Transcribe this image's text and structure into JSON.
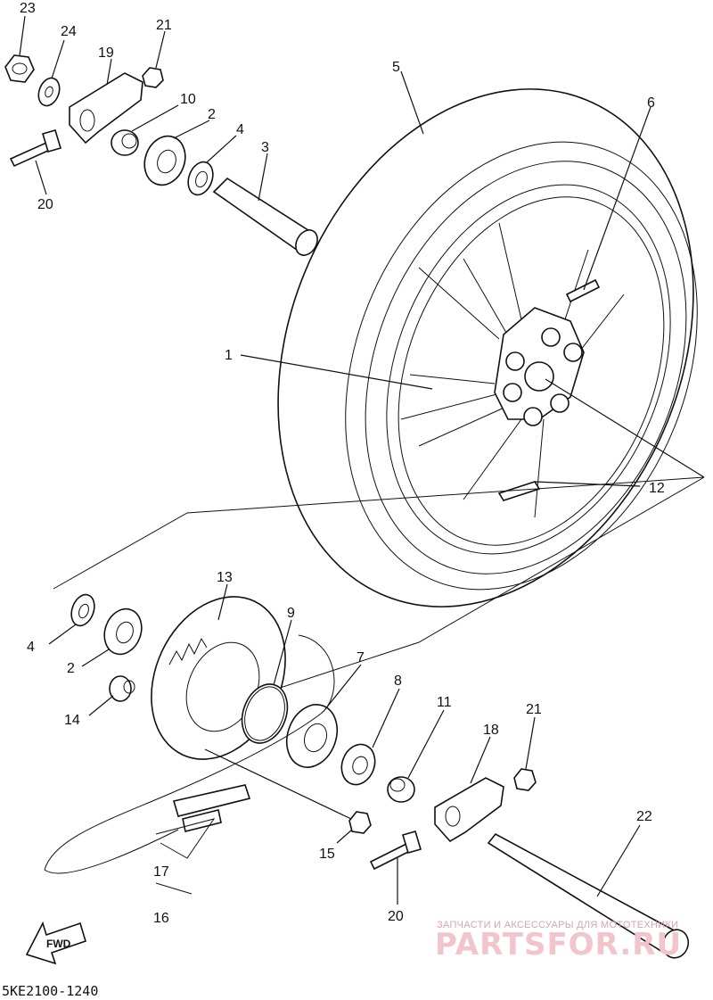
{
  "diagram_code": "5KE2100-1240",
  "fwd_label": "FWD",
  "watermark": {
    "tagline": "ЗАПЧАСТИ И АКСЕССУАРЫ ДЛЯ МОТОТЕХНИКИ",
    "logo_text": "PARTSFOR.RU"
  },
  "callouts": {
    "c1": "1",
    "c2a": "2",
    "c2b": "2",
    "c3": "3",
    "c4a": "4",
    "c4b": "4",
    "c5": "5",
    "c6": "6",
    "c7": "7",
    "c8": "8",
    "c9": "9",
    "c10": "10",
    "c11": "11",
    "c12": "12",
    "c13": "13",
    "c14": "14",
    "c15": "15",
    "c16": "16",
    "c17": "17",
    "c18": "18",
    "c19": "19",
    "c20a": "20",
    "c20b": "20",
    "c21a": "21",
    "c21b": "21",
    "c22": "22",
    "c23": "23",
    "c24": "24"
  }
}
